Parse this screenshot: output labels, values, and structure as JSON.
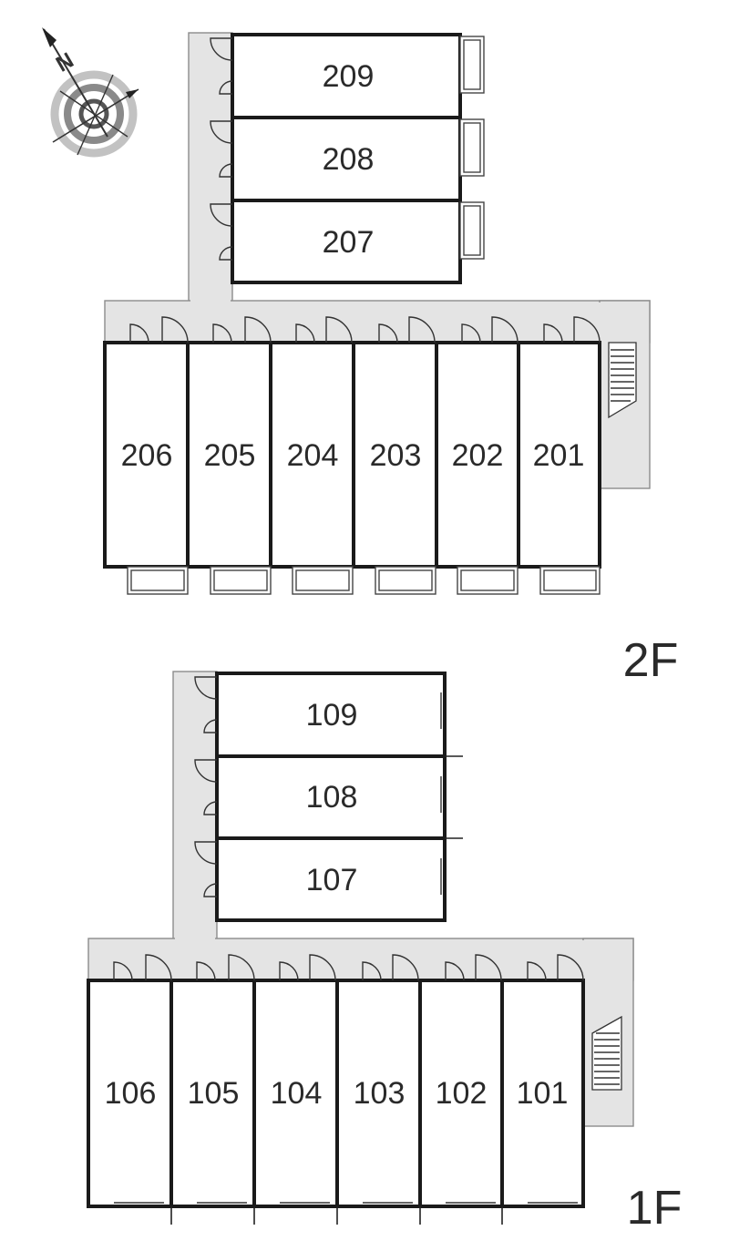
{
  "floors": {
    "second": {
      "label": "2F",
      "upper_units": [
        "209",
        "208",
        "207"
      ],
      "lower_units": [
        "206",
        "205",
        "204",
        "203",
        "202",
        "201"
      ]
    },
    "first": {
      "label": "1F",
      "upper_units": [
        "109",
        "108",
        "107"
      ],
      "lower_units": [
        "106",
        "105",
        "104",
        "103",
        "102",
        "101"
      ]
    }
  },
  "compass": {
    "north_label": "N"
  }
}
